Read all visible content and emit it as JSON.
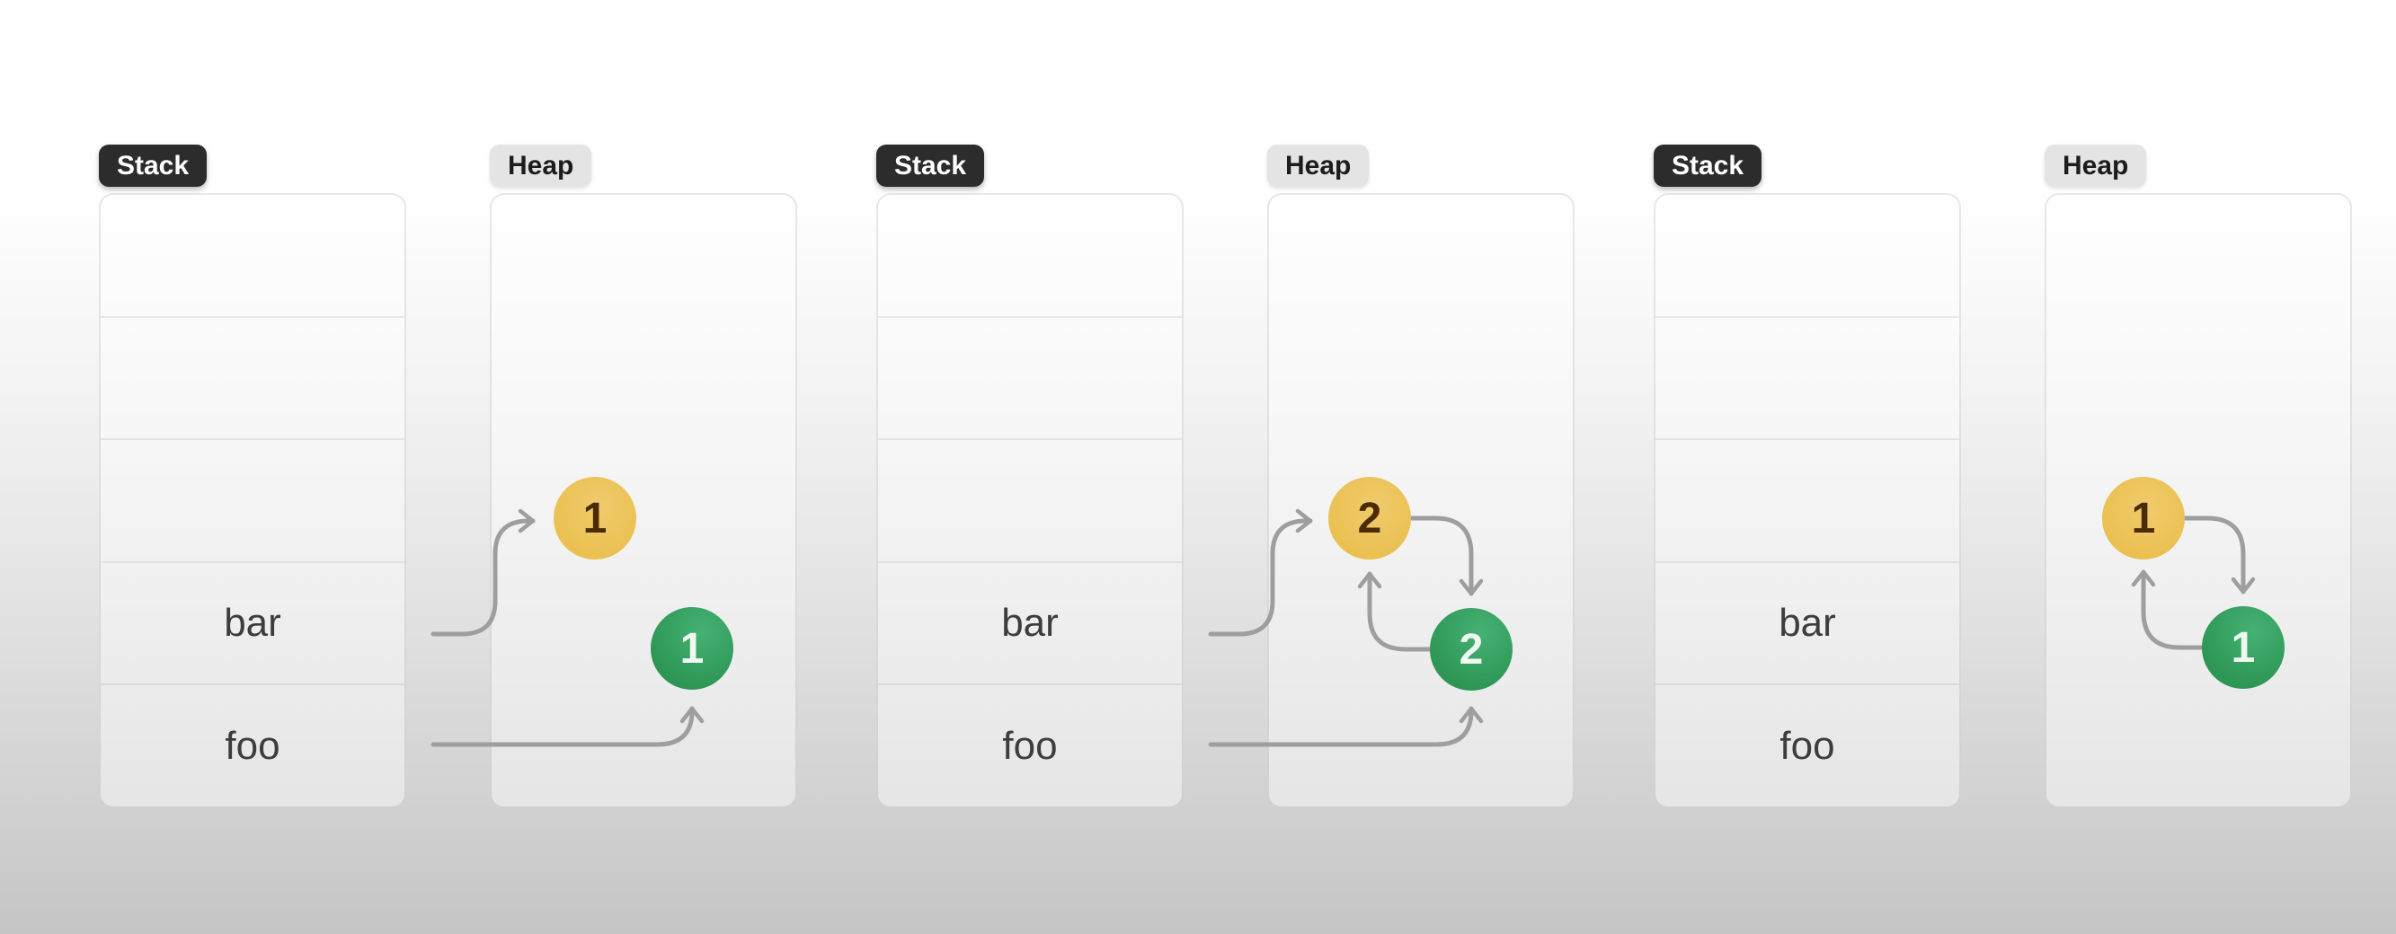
{
  "diagram": {
    "description_colors": {
      "background_top": "#ffffff",
      "background_bottom": "#c5c5c5",
      "stack_badge_bg": "#2c2c2c",
      "stack_badge_text": "#ffffff",
      "heap_badge_bg": "#e4e4e4",
      "heap_badge_text": "#1c1c1c",
      "yellow_object": "#eabf4e",
      "yellow_object_text": "#4a2b05",
      "green_object": "#2d9655",
      "green_object_text": "#eff8f1",
      "arrow": "#9e9e9e",
      "row_text": "#3d3d3d"
    }
  },
  "panels": [
    {
      "stack_label": "Stack",
      "heap_label": "Heap",
      "stack_rows": [
        "",
        "",
        "",
        "bar",
        "foo"
      ],
      "yellow_circle": {
        "value": "1"
      },
      "green_circle": {
        "value": "1"
      },
      "arrows": [
        "bar->yellow",
        "foo->green"
      ]
    },
    {
      "stack_label": "Stack",
      "heap_label": "Heap",
      "stack_rows": [
        "",
        "",
        "",
        "bar",
        "foo"
      ],
      "yellow_circle": {
        "value": "2"
      },
      "green_circle": {
        "value": "2"
      },
      "arrows": [
        "bar->yellow",
        "foo->green",
        "yellow->green",
        "green->yellow"
      ]
    },
    {
      "stack_label": "Stack",
      "heap_label": "Heap",
      "stack_rows": [
        "",
        "",
        "",
        "bar",
        "foo"
      ],
      "yellow_circle": {
        "value": "1"
      },
      "green_circle": {
        "value": "1"
      },
      "arrows": [
        "yellow->green",
        "green->yellow"
      ]
    }
  ]
}
